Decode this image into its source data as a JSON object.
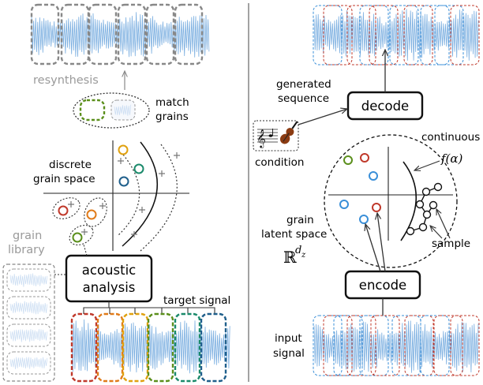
{
  "left_panel": {
    "resynthesis_label": "resynthesis",
    "match_grains_line1": "match",
    "match_grains_line2": "grains",
    "discrete_space_line1": "discrete",
    "discrete_space_line2": "grain space",
    "grain_library_line1": "grain",
    "grain_library_line2": "library",
    "acoustic_analysis_line1": "acoustic",
    "acoustic_analysis_line2": "analysis",
    "target_signal_label": "target signal",
    "target_grain_colors": [
      "#c0392b",
      "#e07b1a",
      "#e0a10f",
      "#5b8f1c",
      "#1b8a6b",
      "#1f5f8b"
    ],
    "discrete_points": [
      {
        "color": "#e0a10f"
      },
      {
        "color": "#1b8a6b"
      },
      {
        "color": "#1f5f8b"
      },
      {
        "color": "#c0392b"
      },
      {
        "color": "#e07b1a"
      },
      {
        "color": "#5b8f1c"
      }
    ]
  },
  "right_panel": {
    "generated_line1": "generated",
    "generated_line2": "sequence",
    "decode_label": "decode",
    "condition_label": "condition",
    "continuous_label": "continuous",
    "f_alpha_label": "f(α)",
    "grain_latent_line1": "grain",
    "grain_latent_line2": "latent space",
    "latent_symbol": "ℝ",
    "latent_superscript": "d",
    "latent_subscript": "z",
    "sample_label": "sample",
    "encode_label": "encode",
    "input_signal_line1": "input",
    "input_signal_line2": "signal",
    "latent_points": [
      {
        "color": "#5b8f1c"
      },
      {
        "color": "#c0392b"
      },
      {
        "color": "#3a8fd8"
      },
      {
        "color": "#3a8fd8"
      },
      {
        "color": "#c0392b"
      },
      {
        "color": "#3a8fd8"
      }
    ],
    "window_colors": {
      "blue": "#3a8fd8",
      "red": "#c0392b"
    }
  },
  "colors": {
    "waveform": "#7aaee0",
    "waveform_light": "#c9dcf2",
    "gray_box": "#888888",
    "resynthesis_text": "#9a9a9a"
  }
}
